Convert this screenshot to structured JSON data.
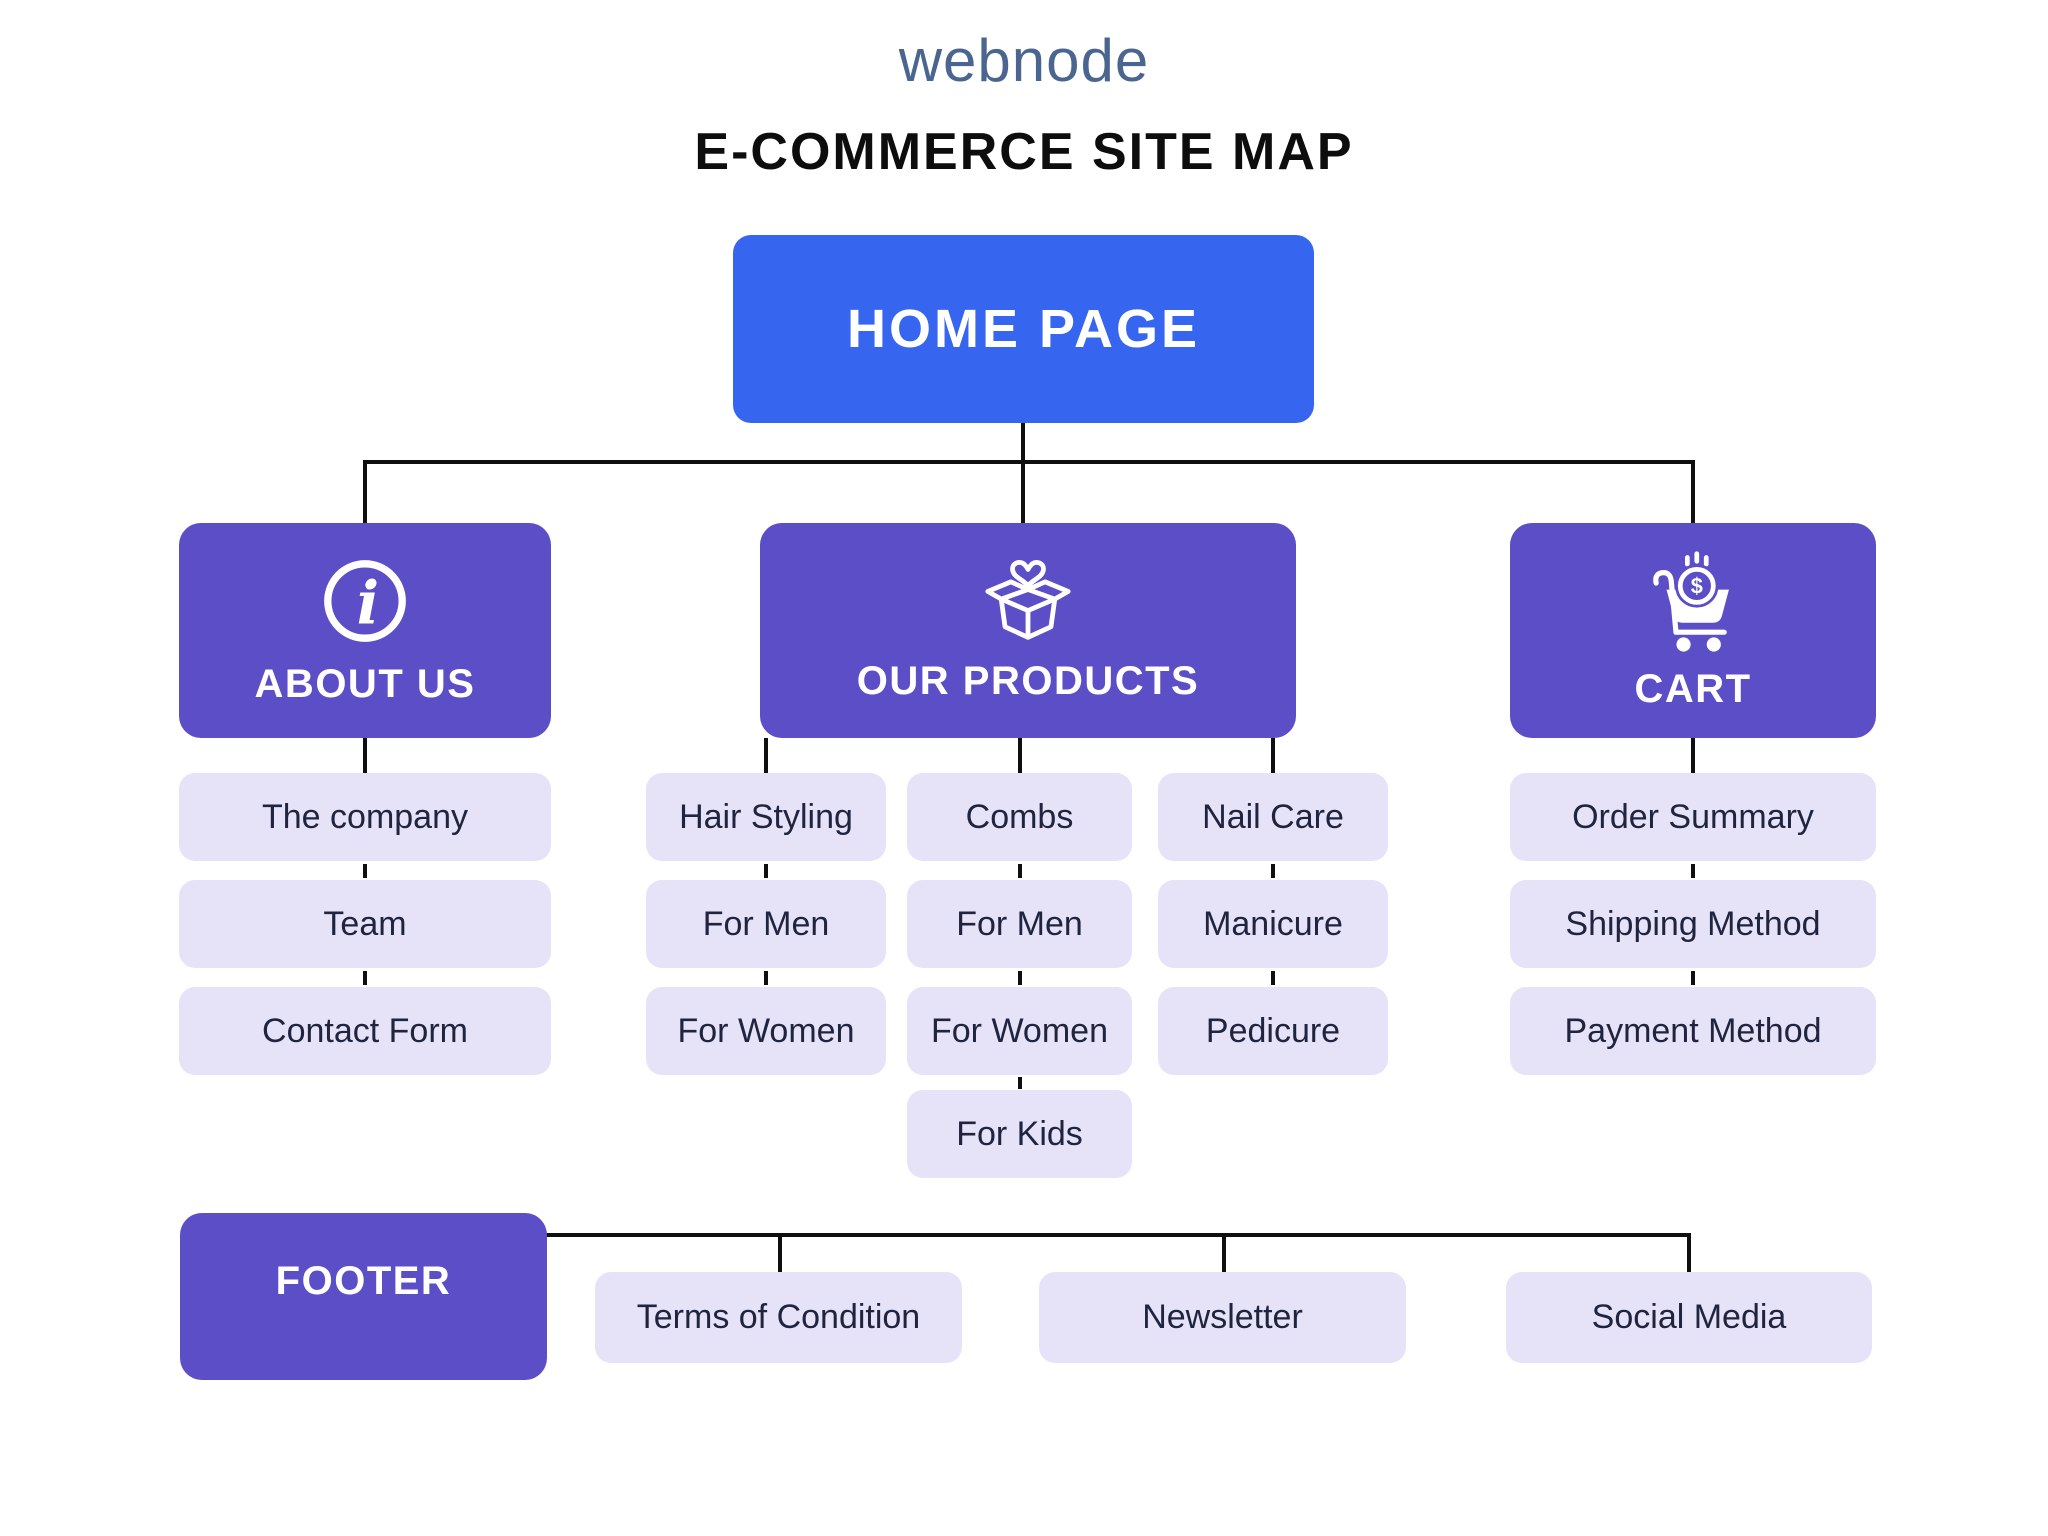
{
  "page": {
    "logo": "webnode",
    "title": "E-COMMERCE SITE MAP"
  },
  "colors": {
    "home_blue": "#3666EF",
    "hub_purple": "#5B4EC7",
    "child_lavender": "#E6E3F8",
    "text_dark": "#20243F",
    "connector_black": "#0F0F0F",
    "logo_blue": "#4A6690",
    "title_black": "#0D0D0D",
    "white": "#FFFFFF"
  },
  "tree": {
    "root": {
      "label": "HOME PAGE"
    },
    "about": {
      "label": "ABOUT US",
      "icon": "info-icon",
      "children": [
        "The company",
        "Team",
        "Contact Form"
      ]
    },
    "products": {
      "label": "OUR PRODUCTS",
      "icon": "open-box-heart-icon",
      "columns": [
        [
          "Hair Styling",
          "For Men",
          "For Women"
        ],
        [
          "Combs",
          "For Men",
          "For Women",
          "For Kids"
        ],
        [
          "Nail Care",
          "Manicure",
          "Pedicure"
        ]
      ]
    },
    "cart": {
      "label": "CART",
      "icon": "shopping-cart-coin-icon",
      "children": [
        "Order Summary",
        "Shipping Method",
        "Payment Method"
      ]
    },
    "footer": {
      "label": "FOOTER",
      "children": [
        "Terms of Condition",
        "Newsletter",
        "Social Media"
      ]
    }
  }
}
